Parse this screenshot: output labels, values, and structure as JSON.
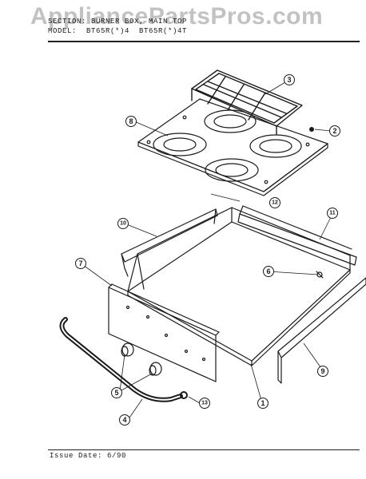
{
  "header": {
    "section_line": "SECTION: BURNER BOX, MAIN TOP",
    "model_line": "MODEL:  BT65R(*)4  BT65R(*)4T"
  },
  "watermark": "AppliancePartsPros.com",
  "footer": {
    "issue_date": "Issue Date: 6/90"
  },
  "callouts": [
    "1",
    "2",
    "3",
    "4",
    "5",
    "6",
    "7",
    "8",
    "9",
    "10",
    "11",
    "12",
    "13"
  ]
}
